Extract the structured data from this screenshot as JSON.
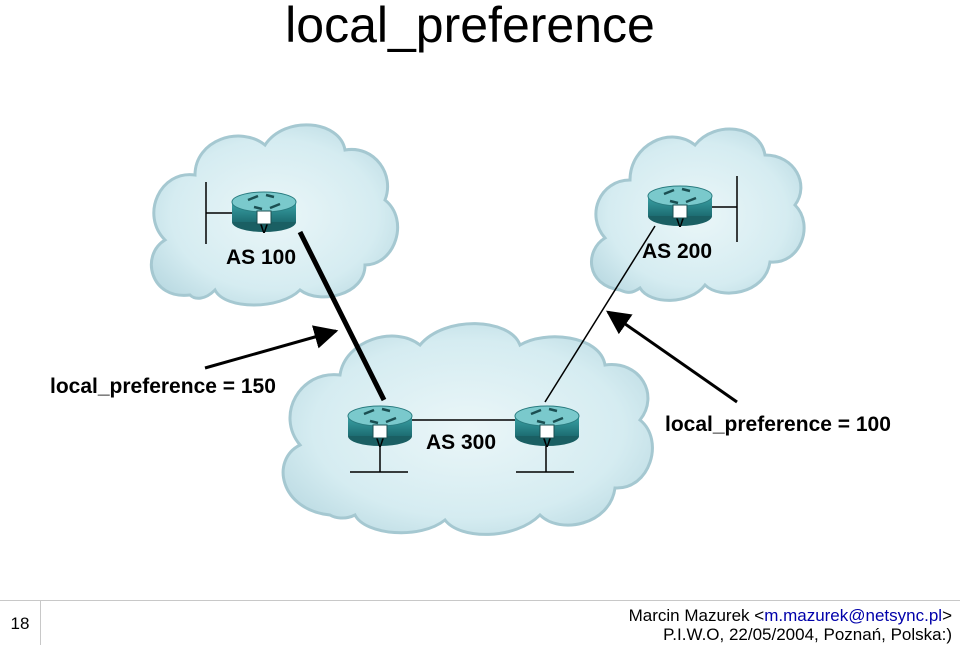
{
  "title": "local_preference",
  "as_labels": {
    "as100": "AS 100",
    "as200": "AS 200",
    "as300": "AS 300"
  },
  "annotations": {
    "left": "local_preference = 150",
    "right": "local_preference = 100"
  },
  "router_badge": "V",
  "slide_number": "18",
  "footer": {
    "author_prefix": "Marcin Mazurek <",
    "email": "m.mazurek@netsync.pl",
    "author_suffix": ">",
    "event": "P.I.W.O, 22/05/2004, Poznań, Polska:)"
  },
  "colors": {
    "cloud_fill": "#d7eef2",
    "cloud_edge": "#a9cdd6",
    "router_body": "#2f8f93",
    "router_top": "#6fc0c4"
  }
}
